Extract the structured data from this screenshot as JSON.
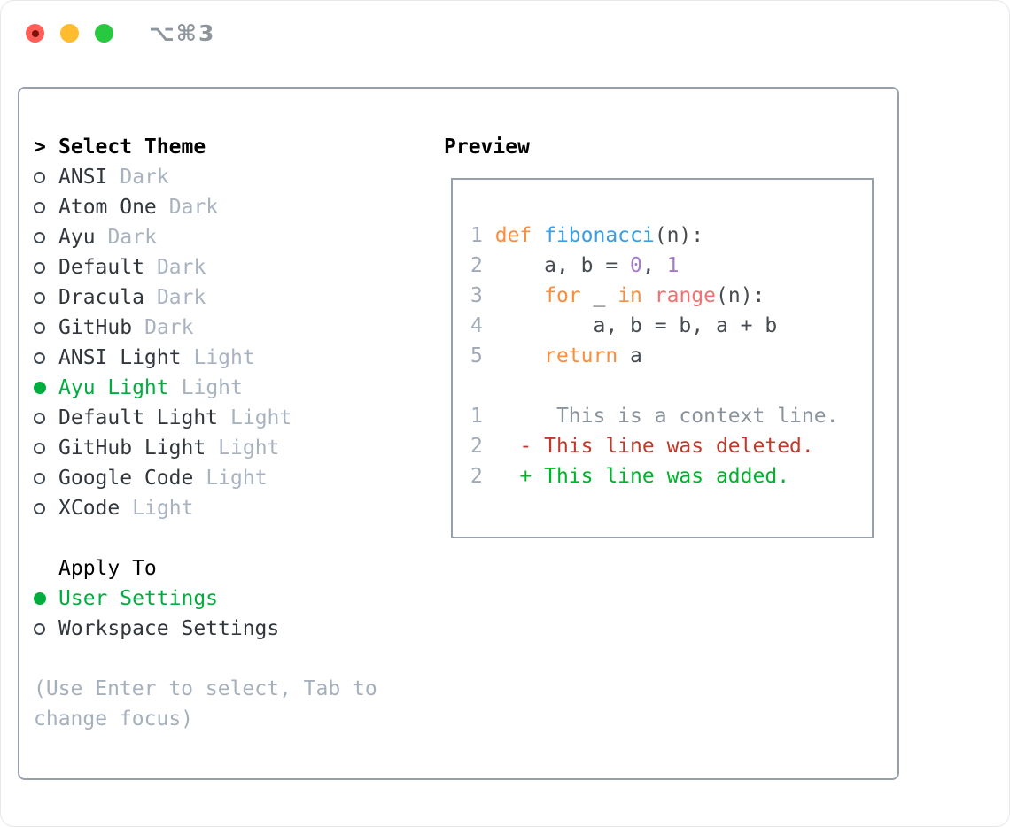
{
  "window": {
    "shortcut": "⌥⌘3",
    "controls": [
      "close-icon",
      "minimize-icon",
      "zoom-icon"
    ]
  },
  "theme_panel": {
    "prompt_marker": ">",
    "header": "Select Theme",
    "themes": [
      {
        "name": "ANSI",
        "variant": "Dark",
        "selected": false
      },
      {
        "name": "Atom One",
        "variant": "Dark",
        "selected": false
      },
      {
        "name": "Ayu",
        "variant": "Dark",
        "selected": false
      },
      {
        "name": "Default",
        "variant": "Dark",
        "selected": false
      },
      {
        "name": "Dracula",
        "variant": "Dark",
        "selected": false
      },
      {
        "name": "GitHub",
        "variant": "Dark",
        "selected": false
      },
      {
        "name": "ANSI Light",
        "variant": "Light",
        "selected": false
      },
      {
        "name": "Ayu Light",
        "variant": "Light",
        "selected": true
      },
      {
        "name": "Default Light",
        "variant": "Light",
        "selected": false
      },
      {
        "name": "GitHub Light",
        "variant": "Light",
        "selected": false
      },
      {
        "name": "Google Code",
        "variant": "Light",
        "selected": false
      },
      {
        "name": "XCode",
        "variant": "Light",
        "selected": false
      }
    ],
    "apply_to_header": "Apply To",
    "apply_options": [
      {
        "label": "User Settings",
        "selected": true
      },
      {
        "label": "Workspace Settings",
        "selected": false
      }
    ],
    "hint_line1": "(Use Enter to select, Tab to",
    "hint_line2": "change focus)"
  },
  "preview": {
    "title": "Preview",
    "code_lines": [
      {
        "num": "1",
        "tokens": [
          {
            "t": "def ",
            "c": "kw"
          },
          {
            "t": "fibonacci",
            "c": "fn"
          },
          {
            "t": "(n):",
            "c": "tx"
          }
        ]
      },
      {
        "num": "2",
        "tokens": [
          {
            "t": "    a, b = ",
            "c": "tx"
          },
          {
            "t": "0",
            "c": "cn"
          },
          {
            "t": ", ",
            "c": "tx"
          },
          {
            "t": "1",
            "c": "cn"
          }
        ]
      },
      {
        "num": "3",
        "tokens": [
          {
            "t": "    ",
            "c": "tx"
          },
          {
            "t": "for",
            "c": "kw"
          },
          {
            "t": " _ ",
            "c": "tx"
          },
          {
            "t": "in",
            "c": "kw"
          },
          {
            "t": " ",
            "c": "tx"
          },
          {
            "t": "range",
            "c": "sp"
          },
          {
            "t": "(n):",
            "c": "tx"
          }
        ]
      },
      {
        "num": "4",
        "tokens": [
          {
            "t": "        a, b = b, a + b",
            "c": "tx"
          }
        ]
      },
      {
        "num": "5",
        "tokens": [
          {
            "t": "    ",
            "c": "tx"
          },
          {
            "t": "return",
            "c": "kw"
          },
          {
            "t": " a",
            "c": "tx"
          }
        ]
      },
      {
        "num": "",
        "tokens": []
      },
      {
        "num": "1",
        "tokens": [
          {
            "t": "     This is a context line.",
            "c": "ctx"
          }
        ]
      },
      {
        "num": "2",
        "tokens": [
          {
            "t": "  - This line was deleted.",
            "c": "del"
          }
        ]
      },
      {
        "num": "2",
        "tokens": [
          {
            "t": "  + This line was added.",
            "c": "add"
          }
        ]
      }
    ]
  },
  "colors": {
    "selected_green": "#00ad3e",
    "diff_added_green": "#00b32b",
    "diff_deleted_red": "#c0392b",
    "context_gray": "#8b949d",
    "keyword_orange": "#fa8d3e",
    "function_blue": "#399ee6",
    "number_purple": "#a37acc",
    "builtin_coral": "#f07171",
    "panel_border_gray": "#98a0ab",
    "muted_gray": "#a6b0bc",
    "titlebar_text_gray": "#8e959d",
    "traffic_red": "#ff5f57",
    "traffic_yellow": "#febc2e",
    "traffic_green": "#28c840"
  }
}
